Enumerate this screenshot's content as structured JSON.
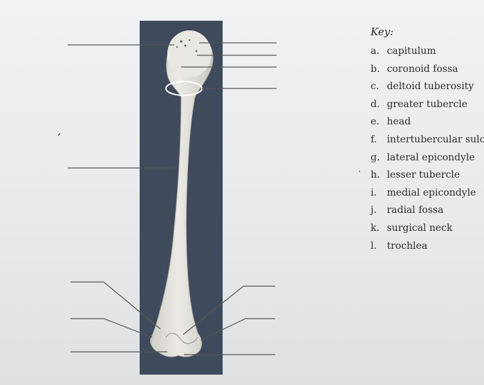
{
  "key": {
    "title": "Key:",
    "items": [
      {
        "letter": "a.",
        "label": "capitulum"
      },
      {
        "letter": "b.",
        "label": "coronoid fossa"
      },
      {
        "letter": "c.",
        "label": "deltoid tuberosity"
      },
      {
        "letter": "d.",
        "label": "greater tubercle"
      },
      {
        "letter": "e.",
        "label": "head"
      },
      {
        "letter": "f.",
        "label": "intertubercular sulcus"
      },
      {
        "letter": "g.",
        "label": "lateral epicondyle"
      },
      {
        "letter": "h.",
        "label": "lesser tubercle"
      },
      {
        "letter": "i.",
        "label": "medial epicondyle"
      },
      {
        "letter": "j.",
        "label": "radial fossa"
      },
      {
        "letter": "k.",
        "label": "surgical neck"
      },
      {
        "letter": "l.",
        "label": "trochlea"
      }
    ]
  },
  "colors": {
    "panel": "#3f4a5c",
    "bone": "#e4e2dc",
    "leader_line": "#555555",
    "text": "#2b2b2b"
  }
}
